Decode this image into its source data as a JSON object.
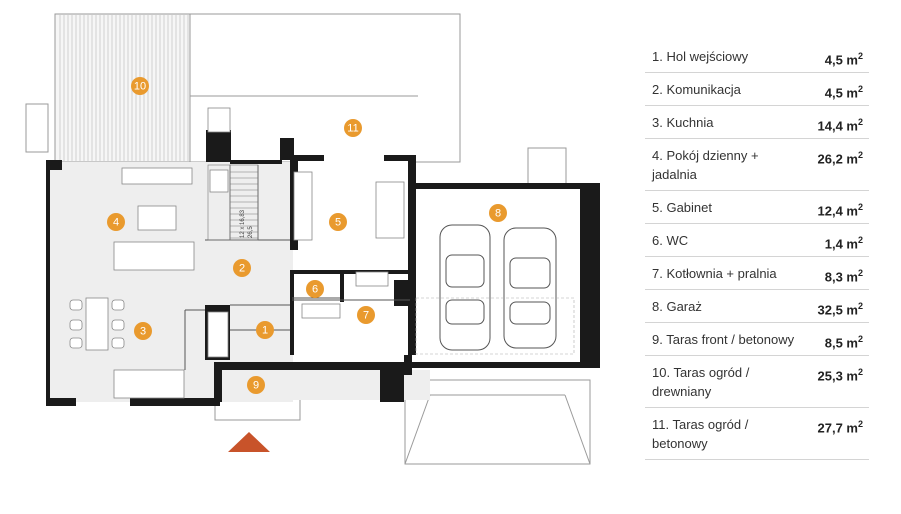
{
  "rooms": [
    {
      "number": "1",
      "name": "1. Hol wejściowy",
      "area": "4,5 m",
      "unit_sup": "2"
    },
    {
      "number": "2",
      "name": "2. Komunikacja",
      "area": "4,5 m",
      "unit_sup": "2"
    },
    {
      "number": "3",
      "name": "3. Kuchnia",
      "area": "14,4 m",
      "unit_sup": "2"
    },
    {
      "number": "4",
      "name": "4. Pokój dzienny + jadalnia",
      "area": "26,2 m",
      "unit_sup": "2"
    },
    {
      "number": "5",
      "name": "5. Gabinet",
      "area": "12,4 m",
      "unit_sup": "2"
    },
    {
      "number": "6",
      "name": "6. WC",
      "area": "1,4 m",
      "unit_sup": "2"
    },
    {
      "number": "7",
      "name": "7. Kotłownia + pralnia",
      "area": "8,3 m",
      "unit_sup": "2"
    },
    {
      "number": "8",
      "name": "8. Garaż",
      "area": "32,5 m",
      "unit_sup": "2"
    },
    {
      "number": "9",
      "name": "9. Taras front / betonowy",
      "area": "8,5 m",
      "unit_sup": "2"
    },
    {
      "number": "10",
      "name": "10. Taras ogród / drewniany",
      "area": "25,3 m",
      "unit_sup": "2"
    },
    {
      "number": "11",
      "name": "11. Taras ogród / betonowy",
      "area": "27,7 m",
      "unit_sup": "2"
    }
  ],
  "stair_label": "12 x 16,83",
  "stair_label_2": "26,5",
  "colors": {
    "badge": "#e99a2e",
    "wall": "#1a1a1a",
    "floor": "#eeeeee",
    "entrance_arrow": "#c8532a",
    "line": "#9a9a9a"
  }
}
